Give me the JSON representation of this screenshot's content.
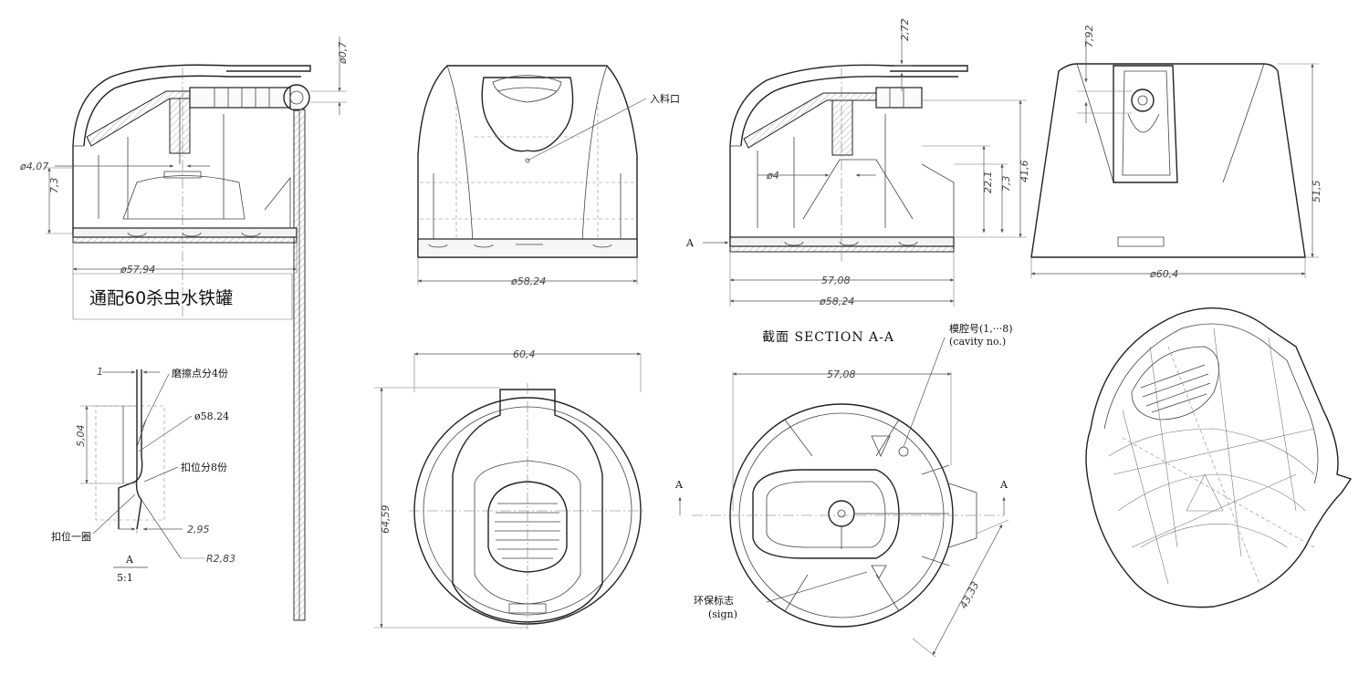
{
  "views": {
    "side_section": {
      "dims": {
        "tube_dia": "ø0,7",
        "inner_dia": "ø4,07",
        "height": "7,3",
        "base_dia": "ø57,94"
      },
      "note": "通配60杀虫水铁罐"
    },
    "front": {
      "dims": {
        "base_dia": "ø58,24"
      },
      "label_inlet": "入料口"
    },
    "section_aa": {
      "dims": {
        "top": "2,72",
        "nozzle_dia": "ø4",
        "h1": "22,1",
        "h2": "7,3",
        "h3": "41,6",
        "w1": "57,08",
        "w2": "ø58,24"
      },
      "label_a": "A",
      "title": "截面   SECTION A-A"
    },
    "rear": {
      "dims": {
        "top": "7,92",
        "height": "51,5",
        "base_dia": "ø60,4"
      }
    },
    "detail_a": {
      "dims": {
        "top": "1",
        "height": "5,04",
        "dia": "ø58.24",
        "width": "2,95",
        "radius": "R2,83"
      },
      "labels": {
        "friction": "磨擦点分4份",
        "snap": "扣位分8份",
        "ring": "扣位一圈"
      },
      "scale_name": "A",
      "scale": "5:1"
    },
    "top_view": {
      "dims": {
        "width": "60,4",
        "height": "64,59"
      }
    },
    "bottom_view": {
      "dims": {
        "width": "57,08",
        "diag": "43,33"
      },
      "labels": {
        "cavity_cn": "模腔号(1,···8)",
        "cavity_en": "(cavity no.)",
        "eco_cn": "环保标志",
        "eco_en": "(sign)",
        "a_left": "A",
        "a_right": "A"
      }
    }
  }
}
